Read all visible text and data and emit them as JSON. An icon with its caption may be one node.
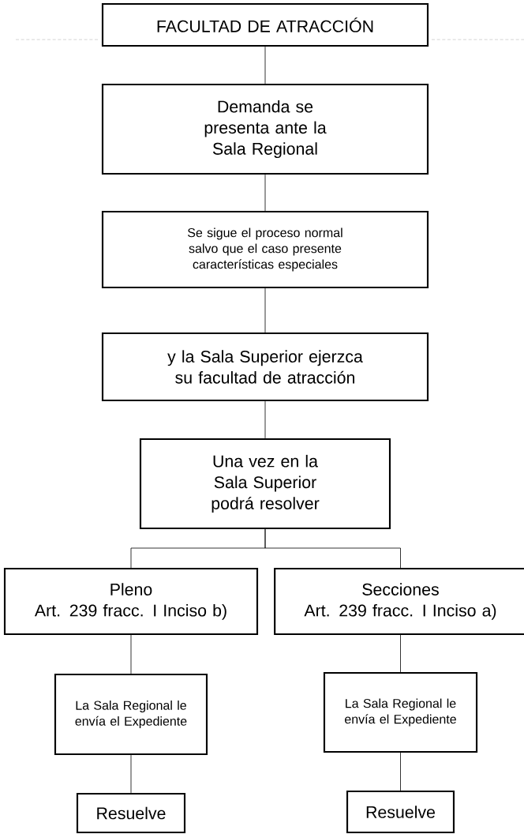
{
  "diagram": {
    "nodes": [
      {
        "text": [
          "FACULTAD DE ATRACCIÓN"
        ]
      },
      {
        "text": [
          "Demanda se presenta ante la Sala Regional"
        ]
      },
      {
        "text": [
          "Se sigue el proceso normal salvo que el caso presente características especiales"
        ]
      },
      {
        "text": [
          "y la Sala Superior ejerzca su facultad de atracción"
        ]
      },
      {
        "text": [
          "Una vez en la Sala Superior podrá resolver"
        ]
      },
      {
        "text": [
          "Pleno",
          "Art. 239 fracc. I Inciso b)"
        ]
      },
      {
        "text": [
          "Secciones",
          "Art. 239 fracc. I Inciso a)"
        ]
      },
      {
        "text": [
          "La Sala Regional le envía el Expediente"
        ]
      },
      {
        "text": [
          "La Sala Regional le envía el Expediente"
        ]
      },
      {
        "text": [
          "Resuelve"
        ]
      },
      {
        "text": [
          "Resuelve"
        ]
      }
    ],
    "edges": [
      {
        "from": 0,
        "to": 1,
        "arrow": "none"
      },
      {
        "from": 1,
        "to": 2,
        "arrow": "none"
      },
      {
        "from": 2,
        "to": 3,
        "arrow": "none"
      },
      {
        "from": 3,
        "to": 4,
        "arrow": "none"
      },
      {
        "from": 4,
        "to": 5,
        "arrow": "none"
      },
      {
        "from": 4,
        "to": 6,
        "arrow": "none"
      },
      {
        "from": 5,
        "to": 7,
        "arrow": "none"
      },
      {
        "from": 6,
        "to": 8,
        "arrow": "none"
      },
      {
        "from": 7,
        "to": 9,
        "arrow": "none"
      },
      {
        "from": 8,
        "to": 10,
        "arrow": "none"
      }
    ]
  }
}
